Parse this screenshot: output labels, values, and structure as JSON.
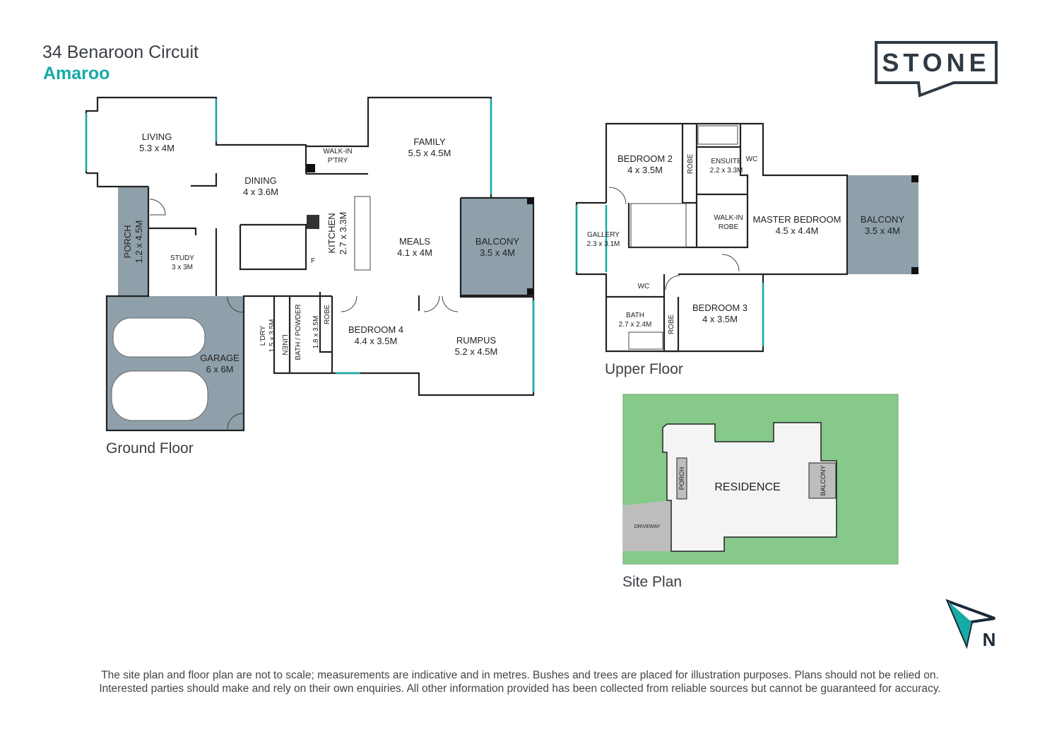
{
  "header": {
    "address": "34 Benaroon Circuit",
    "suburb": "Amaroo"
  },
  "logo": {
    "text": "STONE"
  },
  "ground_floor": {
    "title": "Ground Floor",
    "rooms": [
      {
        "name": "LIVING",
        "size": "5.3 x 4M"
      },
      {
        "name": "DINING",
        "size": "4 x 3.6M"
      },
      {
        "name": "WALK-IN",
        "size": "P'TRY"
      },
      {
        "name": "FAMILY",
        "size": "5.5 x 4.5M"
      },
      {
        "name": "PORCH",
        "size": "1.2 x 4.5M"
      },
      {
        "name": "STUDY",
        "size": "3 x 3M"
      },
      {
        "name": "KITCHEN",
        "size": "2.7 x 3.3M"
      },
      {
        "name": "MEALS",
        "size": "4.1 x 4M"
      },
      {
        "name": "BALCONY",
        "size": "3.5 x 4M"
      },
      {
        "name": "GARAGE",
        "size": "6 x 6M"
      },
      {
        "name": "L'DRY",
        "size": "1.5 x 3.5M"
      },
      {
        "name": "LINEN",
        "size": ""
      },
      {
        "name": "BATH / POWDER",
        "size": "1.8 x 3.5M"
      },
      {
        "name": "ROBE",
        "size": ""
      },
      {
        "name": "BEDROOM 4",
        "size": "4.4 x 3.5M"
      },
      {
        "name": "RUMPUS",
        "size": "5.2 x 4.5M"
      },
      {
        "name": "F",
        "size": ""
      }
    ]
  },
  "upper_floor": {
    "title": "Upper Floor",
    "rooms": [
      {
        "name": "BEDROOM 2",
        "size": "4 x 3.5M"
      },
      {
        "name": "ROBE",
        "size": ""
      },
      {
        "name": "ENSUITE",
        "size": "2.2 x 3.3M"
      },
      {
        "name": "WC",
        "size": ""
      },
      {
        "name": "GALLERY",
        "size": "2.3 x 3.1M"
      },
      {
        "name": "WALK-IN",
        "size": "ROBE"
      },
      {
        "name": "MASTER BEDROOM",
        "size": "4.5 x 4.4M"
      },
      {
        "name": "BALCONY",
        "size": "3.5 x 4M"
      },
      {
        "name": "WC",
        "size": ""
      },
      {
        "name": "BATH",
        "size": "2.7 x 2.4M"
      },
      {
        "name": "ROBE",
        "size": ""
      },
      {
        "name": "BEDROOM 3",
        "size": "4 x 3.5M"
      }
    ]
  },
  "site_plan": {
    "title": "Site Plan",
    "residence": "RESIDENCE",
    "porch": "PORCH",
    "balcony": "BALCONY",
    "driveway": "DRIVEWAY"
  },
  "compass": {
    "label": "N"
  },
  "disclaimer": {
    "line1": "The site plan and floor plan are not to scale; measurements are indicative and in metres. Bushes and trees are placed for illustration purposes. Plans should not be relied on.",
    "line2": "Interested parties should make and rely on their own enquiries. All other information provided has been collected from reliable sources but cannot be guaranteed for accuracy."
  },
  "colors": {
    "accent": "#17a9a6",
    "balcony": "#8fa0ab",
    "lawn": "#86c98a",
    "text": "#3a3f44"
  }
}
